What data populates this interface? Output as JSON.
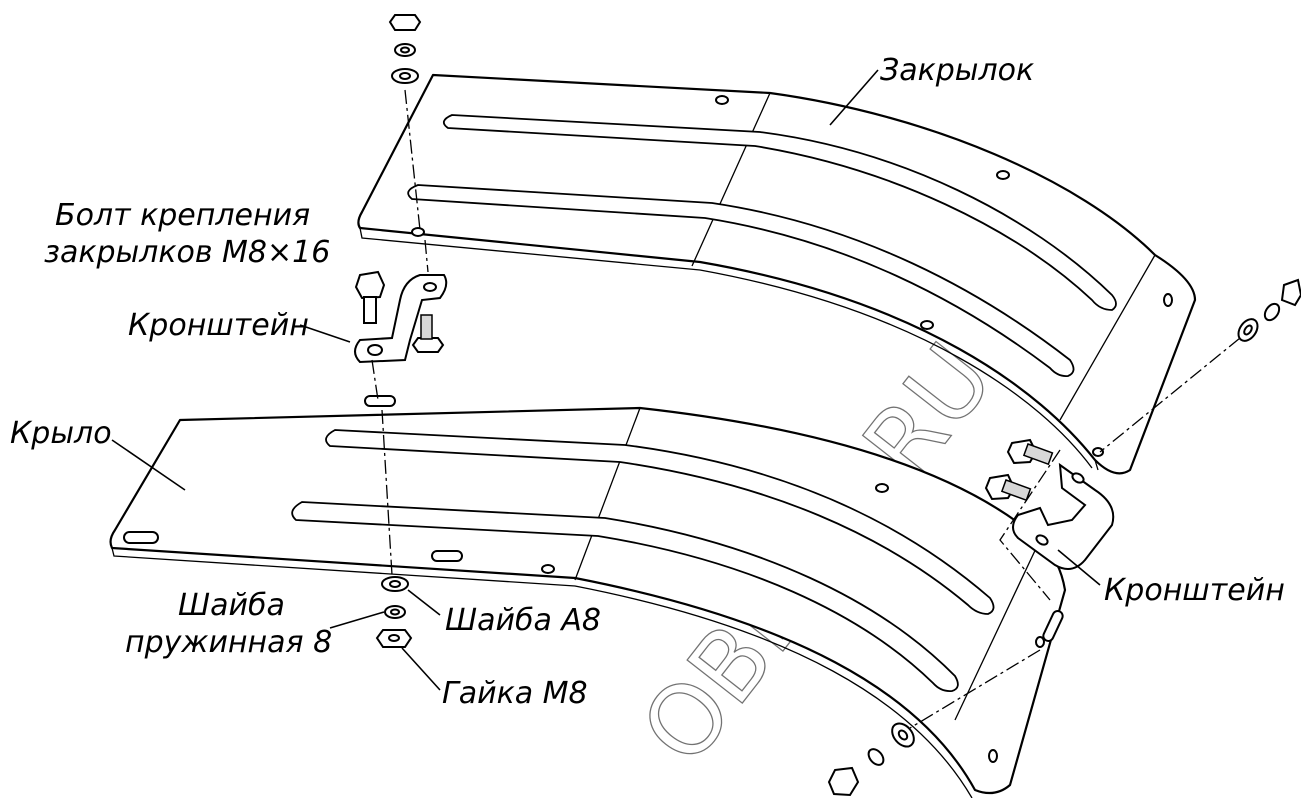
{
  "labels": {
    "flap": "Закрылок",
    "bolt_line1": "Болт крепления",
    "bolt_line2": "закрылков М8×16",
    "bracket_left": "Кронштейн",
    "wing": "Крыло",
    "washer_spring_line1": "Шайба",
    "washer_spring_line2": "пружинная 8",
    "washer_a8": "Шайба А8",
    "nut_m8": "Гайка М8",
    "bracket_right": "Кронштейн"
  },
  "watermark": "OBLOK.RU",
  "colors": {
    "line": "#000000",
    "background": "#ffffff"
  }
}
